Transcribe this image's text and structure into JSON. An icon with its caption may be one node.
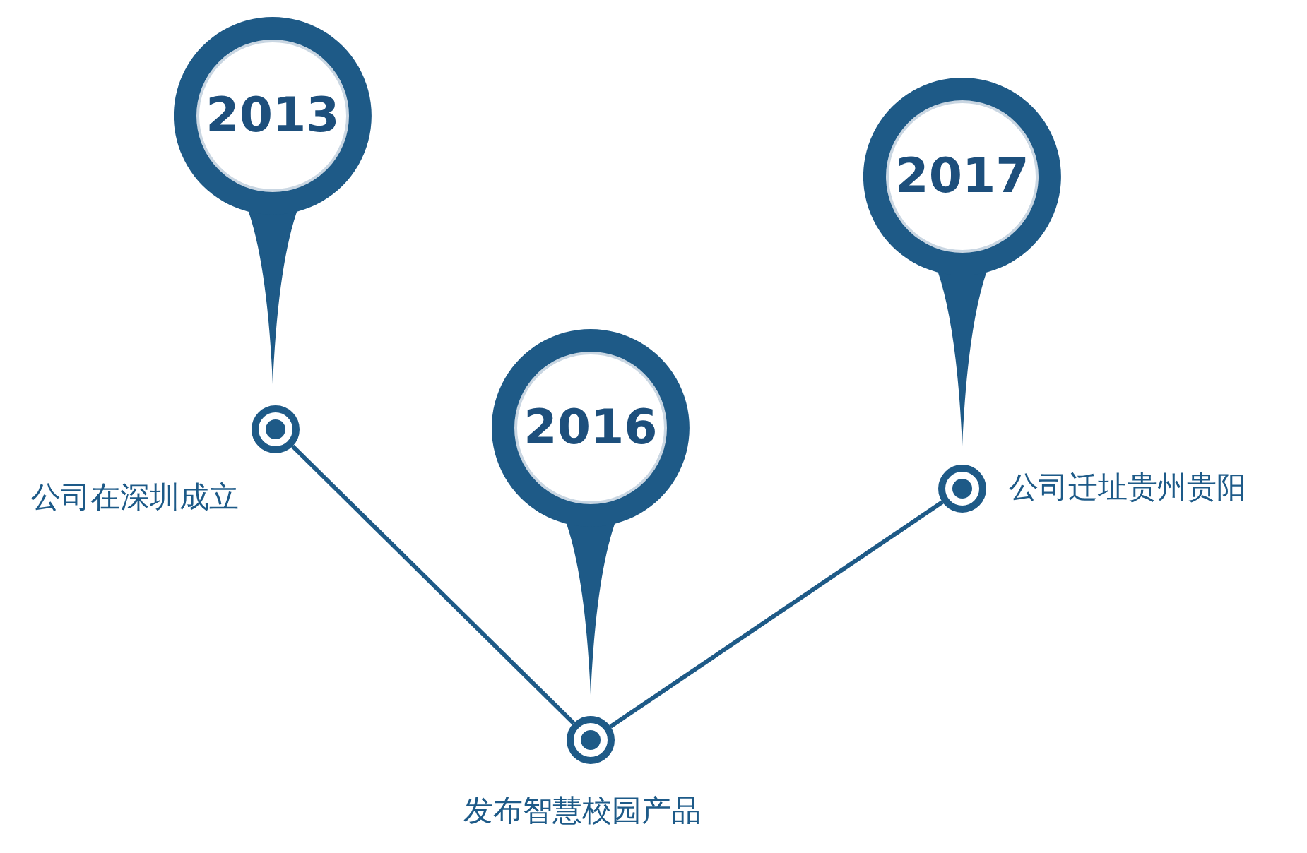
{
  "diagram": {
    "nodes": [
      {
        "text": [
          "2013"
        ]
      },
      {
        "text": [],
        "shape": "circle",
        "beside": [
          "公司在深圳成立"
        ]
      },
      {
        "text": [
          "2016"
        ]
      },
      {
        "text": [],
        "shape": "circle",
        "beside": [
          "发布智慧校园产品"
        ]
      },
      {
        "text": [
          "2017"
        ]
      },
      {
        "text": [],
        "shape": "circle",
        "beside": [
          "公司迁址贵州贵阳"
        ]
      }
    ],
    "edges": [
      {
        "from": 1,
        "to": 3,
        "arrow": "none"
      },
      {
        "from": 3,
        "to": 5,
        "arrow": "none"
      }
    ]
  }
}
